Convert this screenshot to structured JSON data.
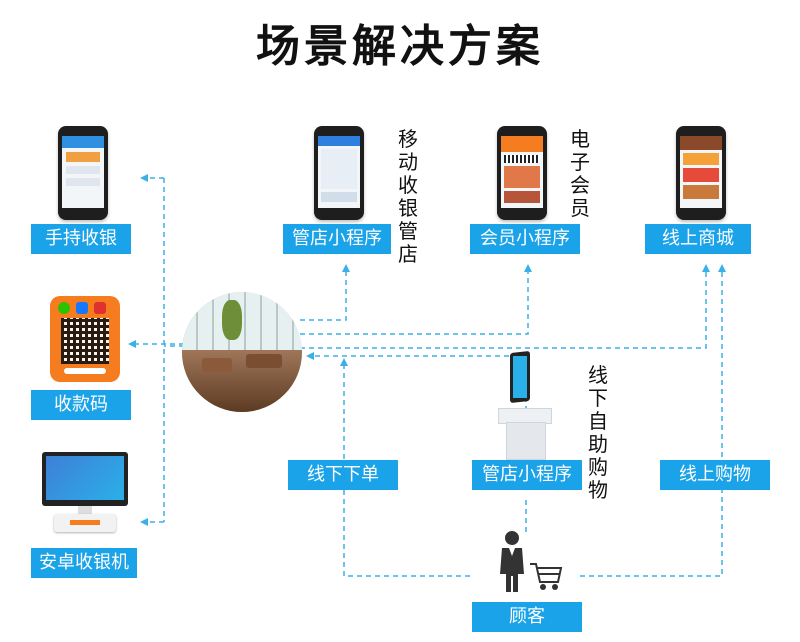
{
  "title": "场景解决方案",
  "labels": {
    "handheld": "手持收银",
    "qrcode": "收款码",
    "android_pos": "安卓收银机",
    "store_mini_top": "管店小程序",
    "member_mini": "会员小程序",
    "online_mall": "线上商城",
    "offline_order": "线下下单",
    "store_mini_mid": "管店小程序",
    "online_shopping": "线上购物",
    "customer": "顾客"
  },
  "notes": {
    "mobile_cashier": "移动收银管店",
    "e_member": "电子会员",
    "offline_self": "线下自助购物"
  },
  "colors": {
    "label_bg": "#1aa3e8",
    "line": "#3ab0e6",
    "title": "#111111"
  }
}
